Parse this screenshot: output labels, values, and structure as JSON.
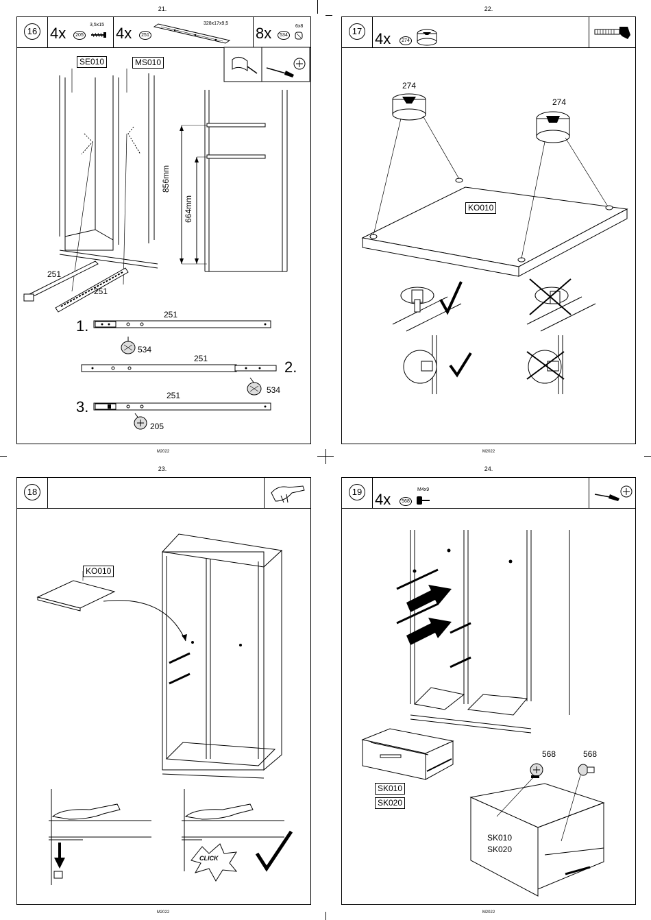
{
  "page_numbers": [
    "21.",
    "22.",
    "23.",
    "24."
  ],
  "footer_code": "M2022",
  "step16": {
    "step": "16",
    "parts": [
      {
        "qty": "4x",
        "code": "205",
        "size": "3,5x15"
      },
      {
        "qty": "4x",
        "code": "251",
        "size": "328x17x9,5"
      },
      {
        "qty": "8x",
        "code": "534",
        "size": "6x8"
      }
    ],
    "panel_labels": [
      "SE010",
      "MS010"
    ],
    "dimensions": [
      "856mm",
      "664mm"
    ],
    "part_refs": [
      "251",
      "251",
      "251",
      "251",
      "251",
      "534",
      "534",
      "205"
    ],
    "sub_steps": [
      "1.",
      "2.",
      "3."
    ]
  },
  "step17": {
    "step": "17",
    "parts": [
      {
        "qty": "4x",
        "code": "274"
      }
    ],
    "part_refs": [
      "274",
      "274"
    ],
    "panel_label": "KO010"
  },
  "step18": {
    "step": "18",
    "panel_label": "KO010",
    "click_text": "CLICK"
  },
  "step19": {
    "step": "19",
    "parts": [
      {
        "qty": "4x",
        "code": "568",
        "size": "M4x9"
      }
    ],
    "drawer_labels": [
      "SK010",
      "SK020"
    ],
    "part_refs": [
      "568",
      "568"
    ],
    "drawer_front_labels": [
      "SK010",
      "SK020"
    ]
  }
}
